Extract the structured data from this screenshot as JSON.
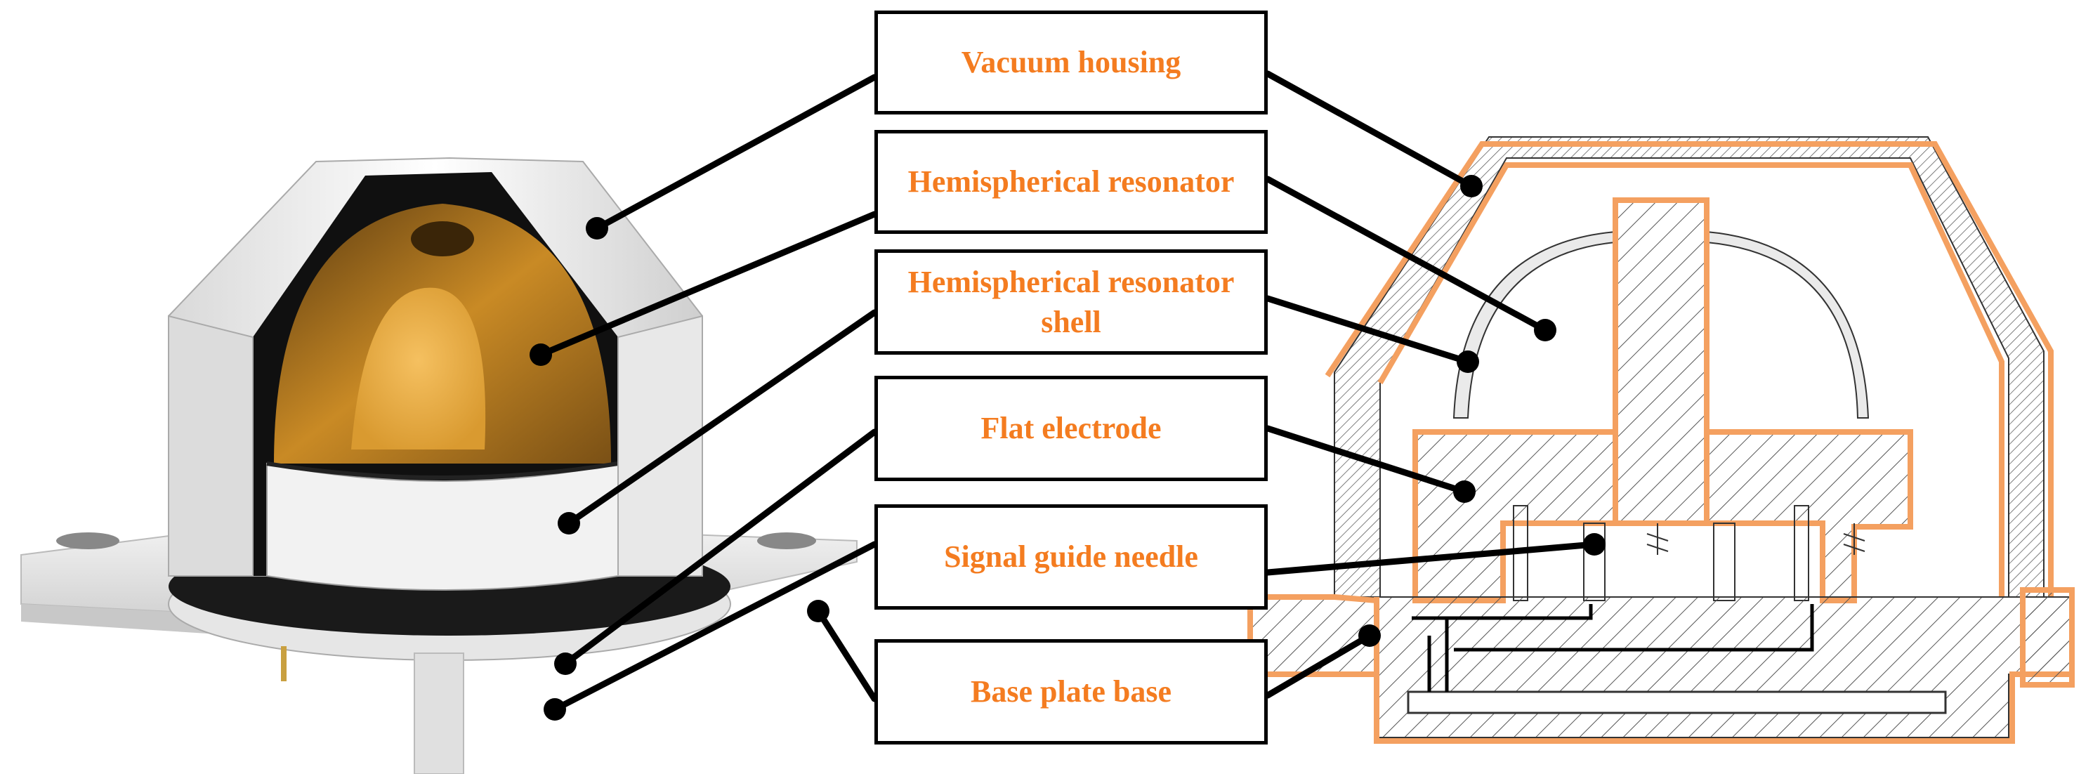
{
  "labels": {
    "vacuum_housing": "Vacuum housing",
    "hemispherical_resonator": "Hemispherical resonator",
    "resonator_shell_line1": "Hemispherical resonator",
    "resonator_shell_line2": "shell",
    "flat_electrode": "Flat electrode",
    "signal_guide_needle": "Signal guide needle",
    "base_plate_base": "Base plate base"
  },
  "colors": {
    "label_text": "#f47c20",
    "highlight_outline": "#f4a060",
    "leader_line": "#000000",
    "resonator_gold": "#e0a030"
  }
}
